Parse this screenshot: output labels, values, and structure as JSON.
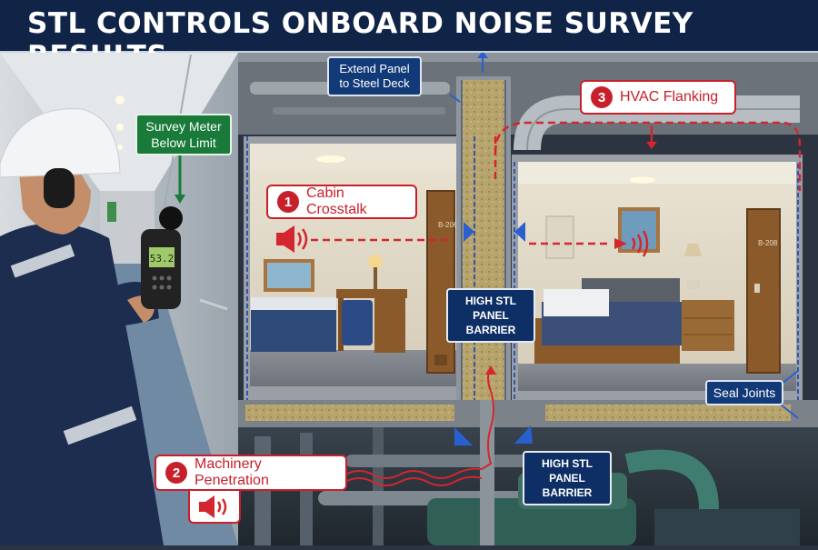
{
  "title": "STL CONTROLS ONBOARD NOISE SURVEY RESULTS",
  "callouts": {
    "cabin_crosstalk": {
      "number": "1",
      "label": "Cabin Crosstalk"
    },
    "machinery": {
      "number": "2",
      "label": "Machinery Penetration"
    },
    "hvac": {
      "number": "3",
      "label": "HVAC Flanking"
    }
  },
  "labels": {
    "survey_meter": "Survey Meter Below Limit",
    "extend_panel": "Extend Panel to Steel Deck",
    "panel_barrier_top": "HIGH STL PANEL BARRIER",
    "panel_barrier_bottom": "HIGH STL PANEL BARRIER",
    "seal_joints": "Seal Joints"
  },
  "meter": {
    "reading": "53.2"
  },
  "doors": {
    "left": "B-206",
    "right": "B-208"
  },
  "colors": {
    "title_bg": "#0f2447",
    "callout_red": "#c8202a",
    "label_blue": "#123a78",
    "label_green": "#1a7a3a"
  }
}
